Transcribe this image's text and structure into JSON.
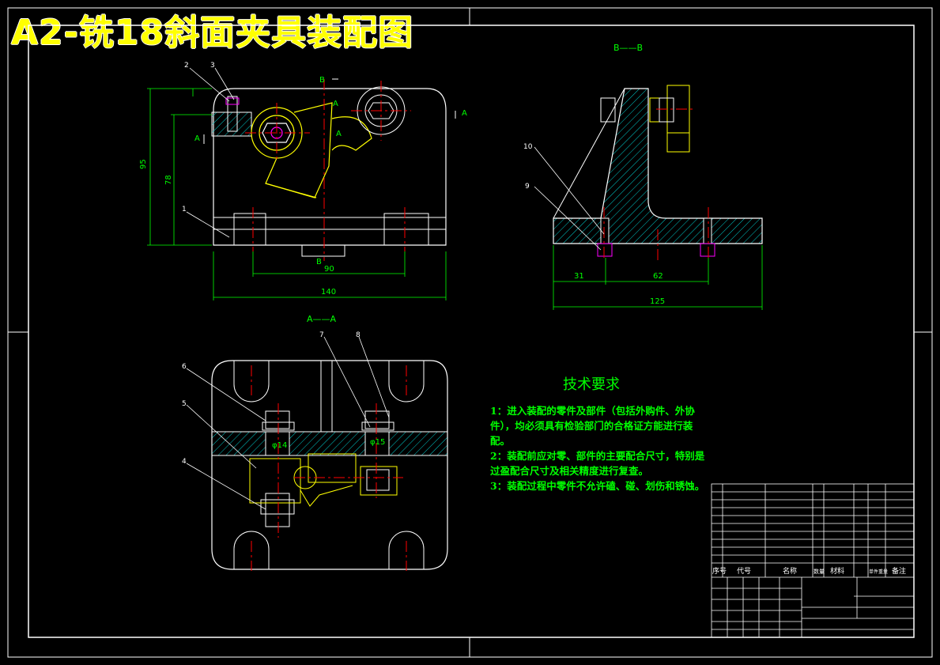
{
  "title": "A2-铣18斜面夹具装配图",
  "section_labels": {
    "bb": "B——B",
    "aa": "A——A",
    "a": "A",
    "b": "B"
  },
  "dimensions": {
    "d140": "140",
    "d90": "90",
    "d78": "78",
    "d95": "95",
    "d125": "125",
    "d31": "31",
    "d62": "62",
    "d14": "φ14",
    "d15": "φ15"
  },
  "part_callouts": [
    "1",
    "2",
    "3",
    "4",
    "5",
    "6",
    "7",
    "8",
    "9",
    "10"
  ],
  "tech_requirements": {
    "title": "技术要求",
    "items": [
      "1：进入装配的零件及部件（包括外购件、外协件），均必须具有检验部门的合格证方能进行装配。",
      "2：装配前应对零、部件的主要配合尺寸，特别是过盈配合尺寸及相关精度进行复查。",
      "3：装配过程中零件不允许磕、碰、划伤和锈蚀。"
    ]
  },
  "bom_header": {
    "seq": "序号",
    "code": "代号",
    "name": "名称",
    "qty": "数量",
    "material": "材料",
    "unit_weight": "单件重量",
    "note": "备注"
  },
  "colors": {
    "background": "#000000",
    "outline": "#ffffff",
    "dimension": "#00ff00",
    "centerline": "#ff0000",
    "standard_part": "#ffff00",
    "hatch": "#00c8c8",
    "callout": "#ff00ff"
  }
}
